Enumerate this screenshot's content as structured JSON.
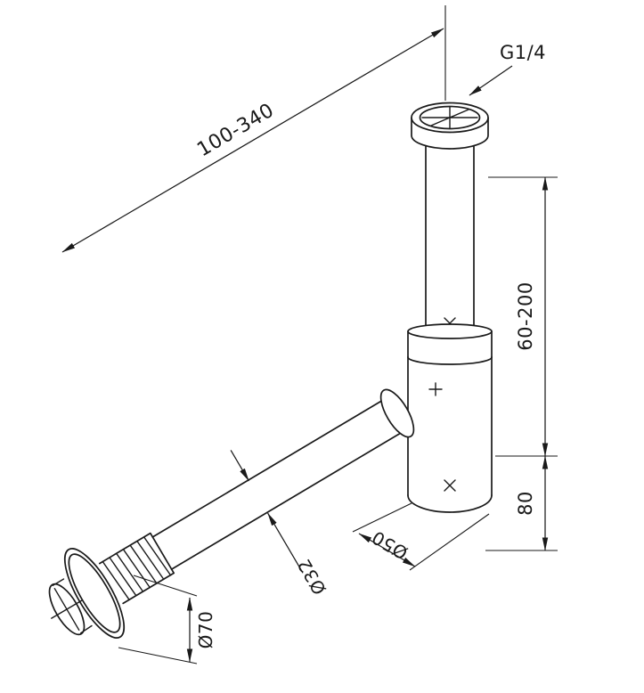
{
  "drawing": {
    "name": "bottle-trap-installation-drawing",
    "ink_color": "#1a1a1a",
    "background_color": "#ffffff",
    "labels": {
      "span": "100-340",
      "thread": "G1/4",
      "riser_height": "60-200",
      "base_height": "80",
      "body_diameter": "Ø50",
      "pipe_diameter": "Ø32",
      "flange_diameter": "Ø70"
    }
  }
}
